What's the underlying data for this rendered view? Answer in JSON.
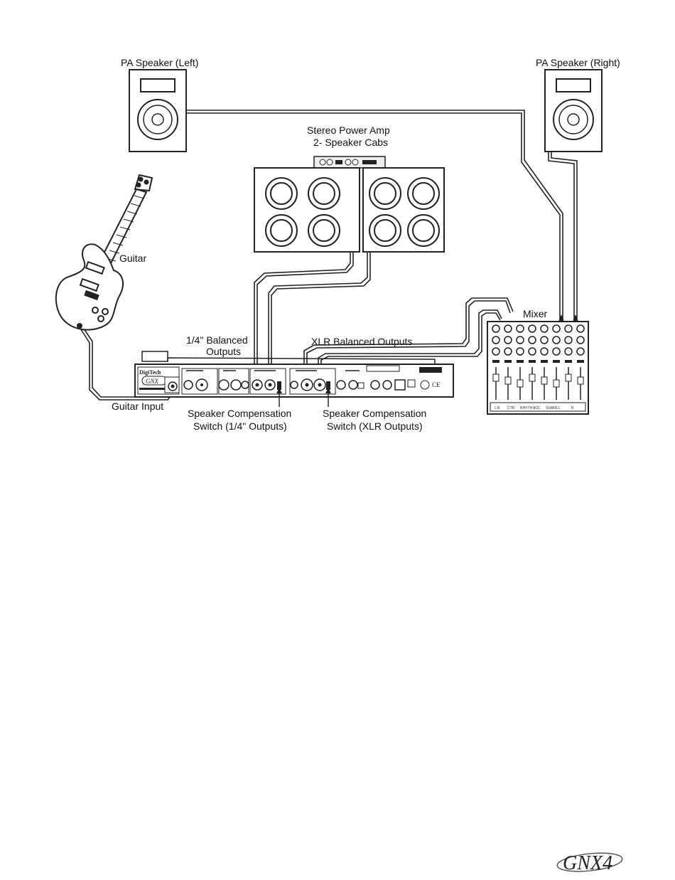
{
  "labels": {
    "pa_left": "PA Speaker (Left)",
    "pa_right": "PA Speaker (Right)",
    "power_amp_line1": "Stereo Power Amp",
    "power_amp_line2": "2- Speaker Cabs",
    "guitar": "Guitar",
    "mixer": "Mixer",
    "quarter_line1": "1/4\" Balanced",
    "quarter_line2": "Outputs",
    "xlr": "XLR Balanced Outputs",
    "guitar_input": "Guitar Input",
    "spk_comp_quarter_line1": "Speaker Compensation",
    "spk_comp_quarter_line2": "Switch (1/4\" Outputs)",
    "spk_comp_xlr_line1": "Speaker Compensation",
    "spk_comp_xlr_line2": "Switch (XLR Outputs)"
  },
  "unit": {
    "brand": "DigiTech",
    "model": "GNX",
    "ce": "CE"
  },
  "mixer_strip": [
    "L R",
    "CTR",
    "RHYTH L",
    "VOC",
    "SNARE",
    "L",
    "R"
  ],
  "footer_logo": "GNX4",
  "icons": [
    "speaker-icon",
    "guitar-icon",
    "cabinet-icon",
    "mixer-icon"
  ]
}
